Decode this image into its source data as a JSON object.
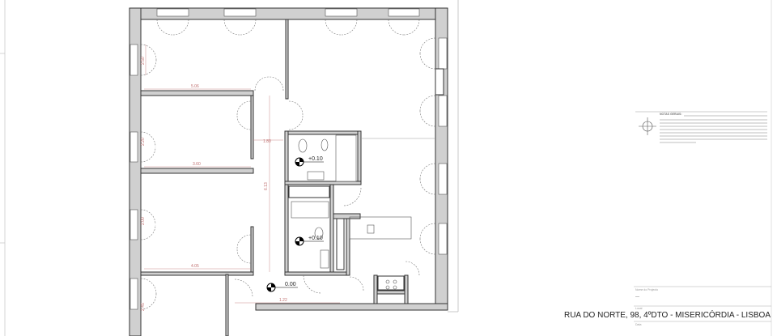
{
  "plan": {
    "levels": [
      "+0.10",
      "+0.10",
      "0.00"
    ],
    "dimensions": [
      "5.06",
      "3.60",
      "4.05",
      "1.80",
      "6.13",
      "1.22",
      "2.50",
      "2.20",
      "2.00",
      "2.45"
    ]
  },
  "notes": {
    "heading": "NOTAS GERAIS:",
    "body": "",
    "north_icon": "compass-rose-icon"
  },
  "title_block": {
    "project_name_label": "Nome do Projecto",
    "project_name_value": "—",
    "location_label": "Local",
    "location_value": "RUA DO NORTE, 98, 4ºDTO - MISERICÓRDIA - LISBOA",
    "date_label": "Data"
  },
  "colors": {
    "wall_fill": "#d0d0d0",
    "dimension": "#c98a8a"
  }
}
